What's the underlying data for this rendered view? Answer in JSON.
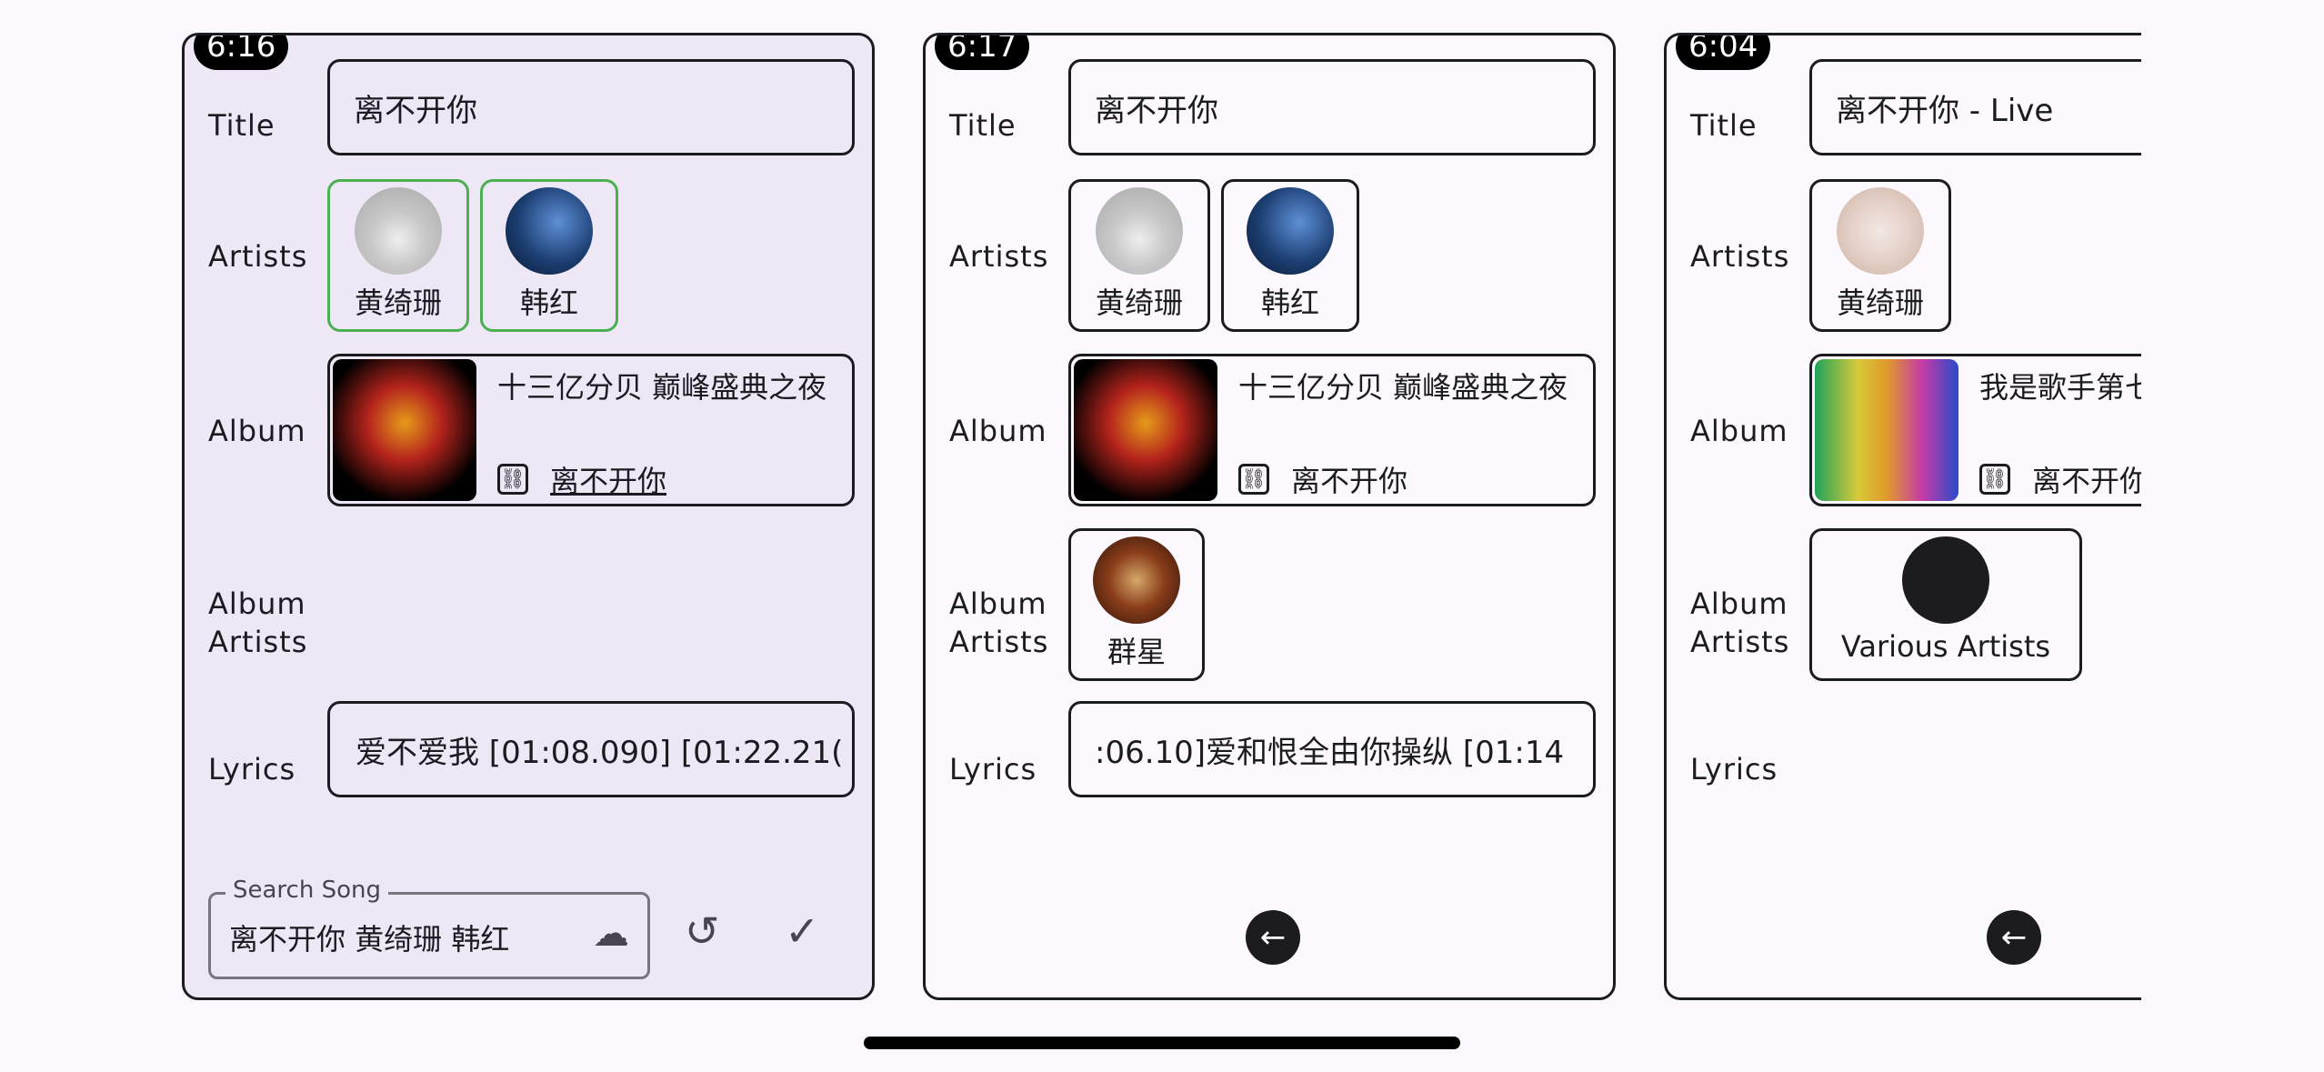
{
  "labels": {
    "title": "Title",
    "artists": "Artists",
    "album": "Album",
    "album_artists_1": "Album",
    "album_artists_2": "Artists",
    "lyrics": "Lyrics"
  },
  "panels": [
    {
      "time": "6:16",
      "title": "离不开你",
      "artists": [
        "黄绮珊",
        "韩红"
      ],
      "album": {
        "title": "十三亿分贝 巅峰盛典之夜",
        "link_text": "离不开你"
      },
      "album_artists": [],
      "lyrics": "爱不爱我 [01:08.090] [01:22.21(",
      "search": {
        "legend": "Search Song",
        "value": "离不开你 黄绮珊 韩红",
        "cloud_icon": "cloud-download-icon",
        "history_icon": "history-icon",
        "confirm_icon": "check-icon"
      }
    },
    {
      "time": "6:17",
      "title": "离不开你",
      "artists": [
        "黄绮珊",
        "韩红"
      ],
      "album": {
        "title": "十三亿分贝 巅峰盛典之夜",
        "link_text": "离不开你"
      },
      "album_artists": [
        "群星"
      ],
      "lyrics": ":06.10]爱和恨全由你操纵 [01:14",
      "back_icon": "arrow-back-icon"
    },
    {
      "time": "6:04",
      "title": "离不开你 - Live",
      "artists": [
        "黄绮珊"
      ],
      "album": {
        "title": "我是歌手第七季 期 Live)",
        "link_text": "离不开你"
      },
      "album_artists": [
        "Various Artists"
      ],
      "lyrics": "",
      "back_icon": "arrow-back-icon"
    }
  ],
  "colors": {
    "selected_chip_border": "#4caf50",
    "active_panel_bg": "#ede7f6",
    "panel_bg": "#fbf8fe"
  }
}
